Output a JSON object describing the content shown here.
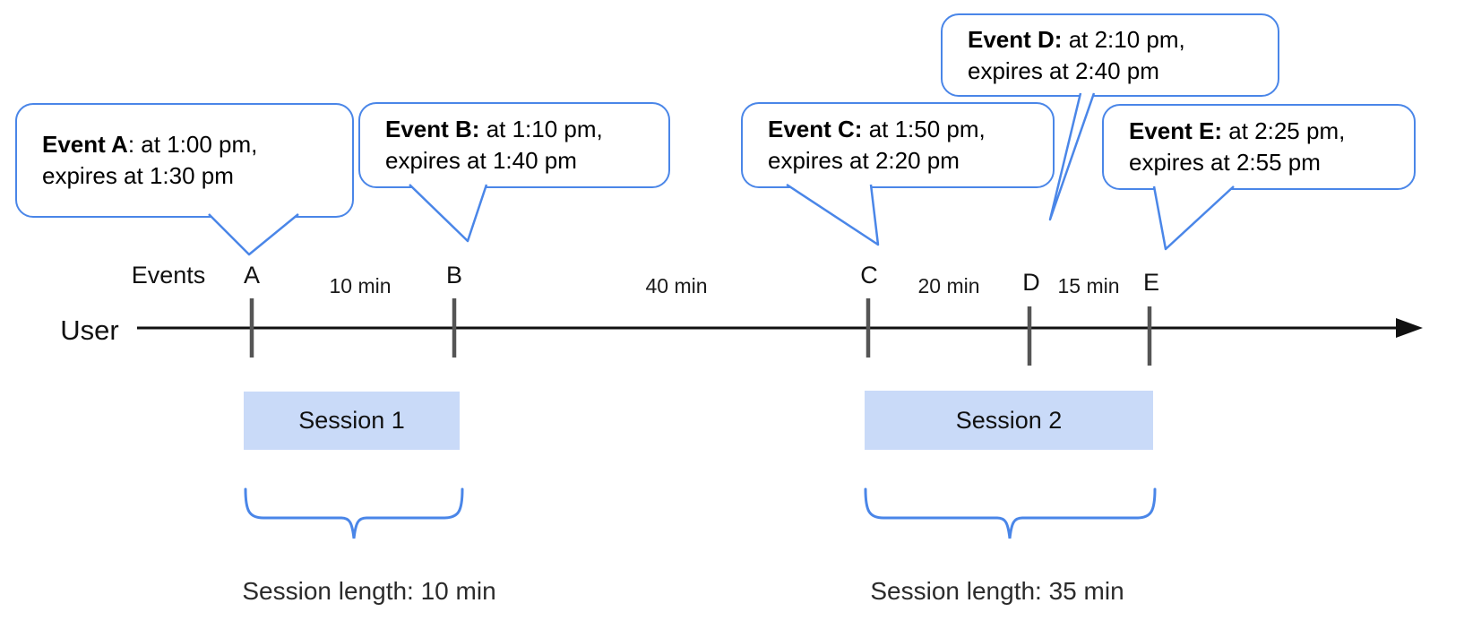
{
  "colors": {
    "accent_blue": "#4a86e8",
    "session_fill": "#c9daf8",
    "axis_black": "#111111",
    "tick_gray": "#555555"
  },
  "bubbles": [
    {
      "bold": "Event A",
      "rest": ": at 1:00 pm,",
      "line2": "expires at 1:30 pm"
    },
    {
      "bold": "Event B:",
      "rest": " at 1:10 pm,",
      "line2": "expires at 1:40 pm"
    },
    {
      "bold": "Event C:",
      "rest": " at 1:50 pm,",
      "line2": "expires at 2:20 pm"
    },
    {
      "bold": "Event D:",
      "rest": " at 2:10 pm,",
      "line2": "expires at 2:40 pm"
    },
    {
      "bold": "Event E:",
      "rest": " at 2:25 pm,",
      "line2": "expires at 2:55 pm"
    }
  ],
  "timeline": {
    "row_label": "Events",
    "axis_label": "User",
    "ticks": [
      "A",
      "B",
      "C",
      "D",
      "E"
    ],
    "intervals": [
      "10 min",
      "40 min",
      "20 min",
      "15 min"
    ]
  },
  "sessions": [
    {
      "label": "Session 1",
      "length_label": "Session length: 10 min"
    },
    {
      "label": "Session 2",
      "length_label": "Session length: 35 min"
    }
  ]
}
